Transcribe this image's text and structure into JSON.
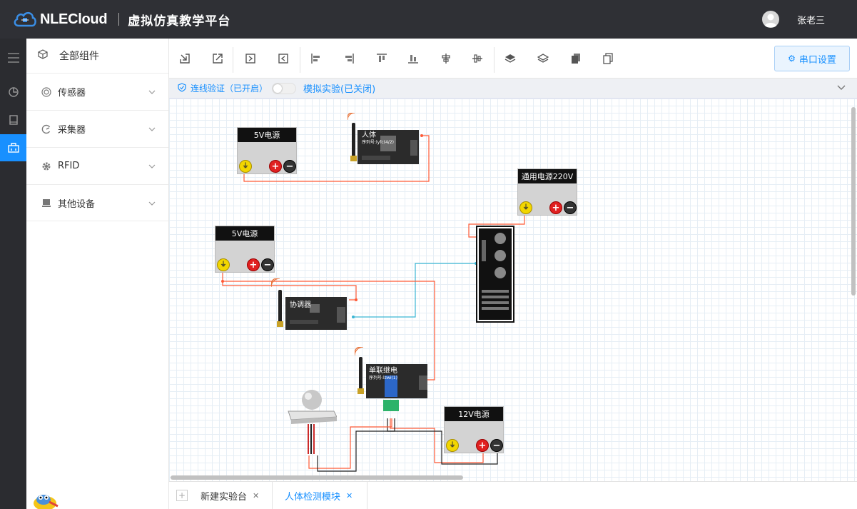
{
  "header": {
    "brand": "NLECloud",
    "title": "虚拟仿真教学平台",
    "user": "张老三"
  },
  "sidebar": {
    "head": "全部组件",
    "items": [
      {
        "label": "传感器",
        "icon": "sensor-icon"
      },
      {
        "label": "采集器",
        "icon": "collector-icon"
      },
      {
        "label": "RFID",
        "icon": "gear-icon"
      },
      {
        "label": "其他设备",
        "icon": "device-icon"
      }
    ]
  },
  "toolbar": {
    "serial_label": "串口设置"
  },
  "verify": {
    "label": "连线验证（已开启）",
    "sim": "模拟实验(已关闭)",
    "toggle_on": false
  },
  "canvas": {
    "psu": [
      "5V电源",
      "通用电源220V",
      "5V电源",
      "12V电源"
    ],
    "boards": [
      {
        "label": "人体",
        "sub": "序列号:lyfc(4/2)"
      },
      {
        "label": "协调器",
        "sub": ""
      },
      {
        "label": "单联继电",
        "sub": "序列号:lzwi(1)"
      }
    ]
  },
  "tabs": [
    {
      "label": "新建实验台",
      "active": false
    },
    {
      "label": "人体检测模块",
      "active": true
    }
  ],
  "colors": {
    "accent": "#1890ff",
    "header": "#2f3035",
    "rail": "#2b2c30",
    "wire_red": "#ff5a36",
    "wire_blue": "#3bb6d4"
  }
}
